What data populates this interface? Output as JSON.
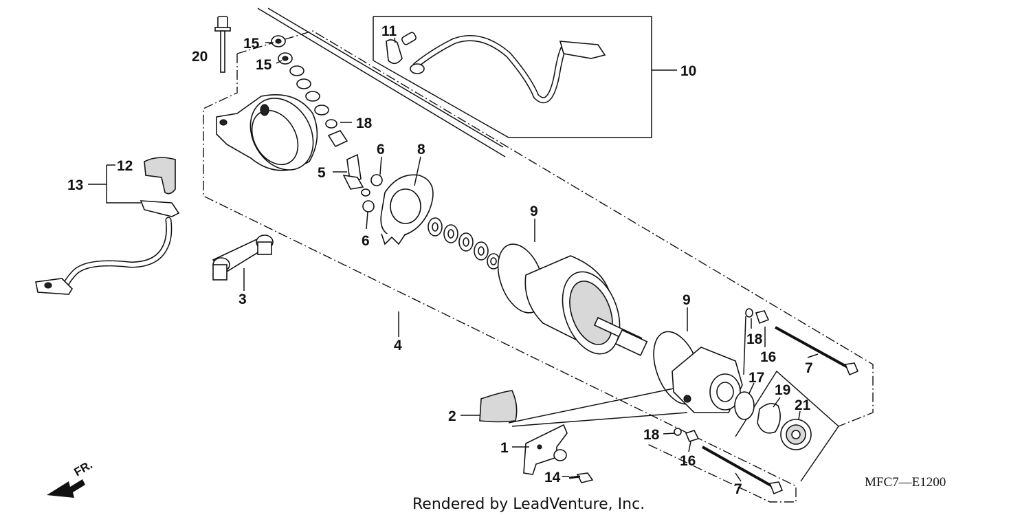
{
  "diagram": {
    "callouts": [
      {
        "id": "c20",
        "text": "20"
      },
      {
        "id": "c15a",
        "text": "15"
      },
      {
        "id": "c15b",
        "text": "15"
      },
      {
        "id": "c11",
        "text": "11"
      },
      {
        "id": "c10",
        "text": "10"
      },
      {
        "id": "c18a",
        "text": "18"
      },
      {
        "id": "c12",
        "text": "12"
      },
      {
        "id": "c13",
        "text": "13"
      },
      {
        "id": "c6a",
        "text": "6"
      },
      {
        "id": "c8",
        "text": "8"
      },
      {
        "id": "c5",
        "text": "5"
      },
      {
        "id": "c6b",
        "text": "6"
      },
      {
        "id": "c9a",
        "text": "9"
      },
      {
        "id": "c3",
        "text": "3"
      },
      {
        "id": "c4",
        "text": "4"
      },
      {
        "id": "c9b",
        "text": "9"
      },
      {
        "id": "c18b",
        "text": "18"
      },
      {
        "id": "c16a",
        "text": "16"
      },
      {
        "id": "c7a",
        "text": "7"
      },
      {
        "id": "c17",
        "text": "17"
      },
      {
        "id": "c19",
        "text": "19"
      },
      {
        "id": "c21",
        "text": "21"
      },
      {
        "id": "c2",
        "text": "2"
      },
      {
        "id": "c1",
        "text": "1"
      },
      {
        "id": "c18c",
        "text": "18"
      },
      {
        "id": "c16b",
        "text": "16"
      },
      {
        "id": "c14",
        "text": "14"
      },
      {
        "id": "c7b",
        "text": "7"
      }
    ],
    "diagram_code": "MFC7—E1200",
    "credit": "Rendered by LeadVenture, Inc.",
    "direction_label": "FR."
  }
}
